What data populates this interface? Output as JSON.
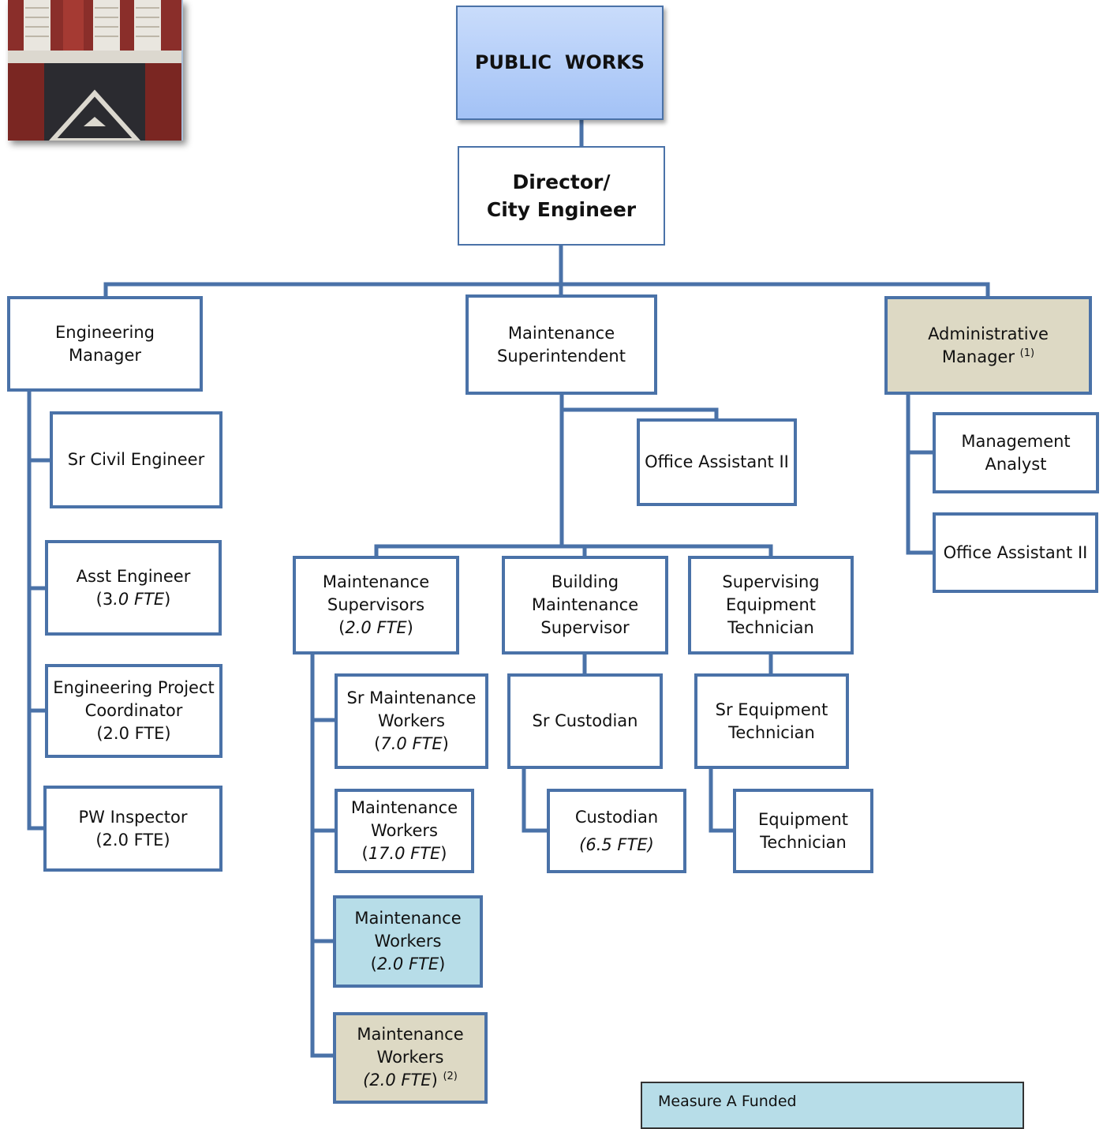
{
  "header": {
    "title": "PUBLIC  WORKS"
  },
  "director": {
    "line1": "Director/",
    "line2": "City Engineer"
  },
  "engineering": {
    "manager": {
      "line1": "Engineering",
      "line2": "Manager"
    },
    "staff": {
      "sr_civil": {
        "line1": "Sr Civil Engineer"
      },
      "asst_engineer": {
        "line1": "Asst Engineer",
        "fte_open": "(3",
        "fte_it": ".0 FTE",
        "fte_close": ")"
      },
      "project_coordinator": {
        "line1": "Engineering Project",
        "line2": "Coordinator",
        "line3": "(2.0 FTE)"
      },
      "pw_inspector": {
        "line1": "PW Inspector",
        "line2": "(2.0 FTE)"
      }
    }
  },
  "maintenance": {
    "superintendent": {
      "line1": "Maintenance",
      "line2": "Superintendent"
    },
    "office_assistant": {
      "line1": "Office Assistant II"
    },
    "supervisors": {
      "line1": "Maintenance",
      "line2": "Supervisors",
      "fte_open": "(",
      "fte_it": "2.0 FTE",
      "fte_close": ")"
    },
    "sr_workers": {
      "line1": "Sr Maintenance",
      "line2": "Workers",
      "fte_open": "(",
      "fte_it": "7.0 FTE",
      "fte_close": ")"
    },
    "workers": {
      "line1": "Maintenance",
      "line2": "Workers",
      "fte_open": "(",
      "fte_it": "17.0 FTE",
      "fte_close": ")"
    },
    "workers_measure_a": {
      "line1": "Maintenance",
      "line2": "Workers",
      "fte_open": "(",
      "fte_it": "2.0 FTE",
      "fte_close": ")"
    },
    "workers_note2": {
      "line1": "Maintenance",
      "line2": "Workers",
      "fte_it": "(2.0 FTE",
      "fte_close": ")",
      "note": "(2)"
    },
    "building_supervisor": {
      "line1": "Building",
      "line2": "Maintenance",
      "line3": "Supervisor"
    },
    "sr_custodian": {
      "line1": "Sr Custodian"
    },
    "custodian": {
      "line1": "Custodian",
      "line2": "(6.5 FTE)"
    },
    "equipment_supervisor": {
      "line1": "Supervising",
      "line2": "Equipment",
      "line3": "Technician"
    },
    "sr_equipment_tech": {
      "line1": "Sr Equipment",
      "line2": "Technician"
    },
    "equipment_tech": {
      "line1": "Equipment",
      "line2": "Technician"
    }
  },
  "administration": {
    "manager": {
      "line1": "Administrative",
      "line2": "Manager ",
      "note": "(1)"
    },
    "analyst": {
      "line1": "Management",
      "line2": "Analyst"
    },
    "office_assistant": {
      "line1": "Office Assistant II"
    }
  },
  "legend": {
    "measure_a": "Measure A Funded"
  },
  "colors": {
    "connector": "#4a72a8",
    "header_fill": "#a3c2f6",
    "measure_a_fill": "#b7dde8",
    "tan_fill": "#ddd9c4"
  }
}
